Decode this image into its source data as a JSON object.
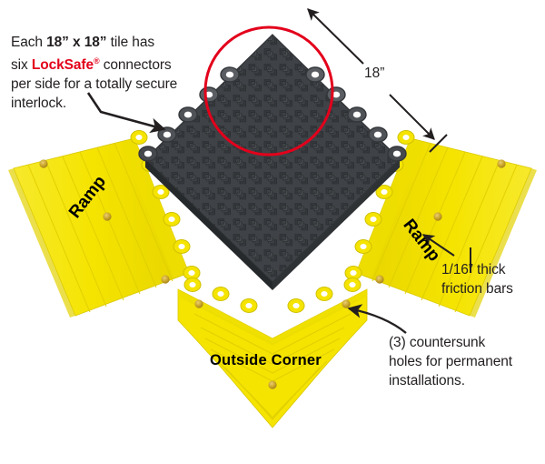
{
  "diagram": {
    "title": "Interlocking modular floor tile system with ramps and outside corner",
    "colors": {
      "tile_dark": "#474a4e",
      "tile_dark_shadow": "#35383b",
      "ramp_yellow": "#f5e400",
      "ramp_yellow_shade": "#e2d200",
      "ramp_yellow_light": "#fdf23f",
      "hole_amber": "#c9a227",
      "accent_red": "#e3001b",
      "callout_black": "#231f20",
      "background": "#ffffff"
    },
    "callouts": {
      "locksafe": {
        "line1_pre": "Each ",
        "tile_size": "18” x 18”",
        "line1_post": " tile has",
        "line2_pre": "six ",
        "brand": "LockSafe",
        "brand_mark": "®",
        "line2_post": " connectors",
        "line3": "per side for a totally secure",
        "line4": "interlock."
      },
      "dimension": "18”",
      "friction": {
        "line1": "1/16” thick",
        "line2": "friction bars"
      },
      "holes": {
        "line1": "(3) countersunk",
        "line2": "holes for permanent",
        "line3": "installations."
      }
    },
    "part_labels": {
      "ramp_left": "Ramp",
      "ramp_right": "Ramp",
      "outside_corner": "Outside Corner"
    }
  }
}
